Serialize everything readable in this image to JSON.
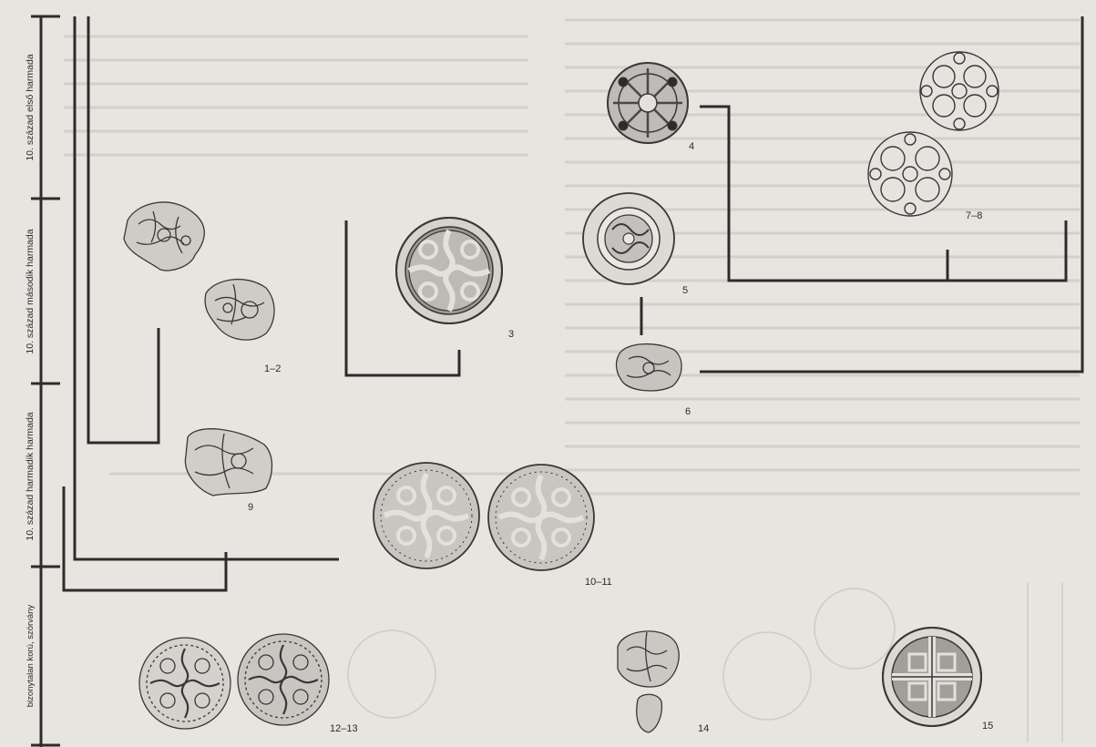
{
  "periods": [
    {
      "id": "p1",
      "label": "10. század első harmada"
    },
    {
      "id": "p2",
      "label": "10. század második harmada"
    },
    {
      "id": "p3",
      "label": "10. század harmadik harmada"
    },
    {
      "id": "p4",
      "label": "bizonytalan korú, szórvány"
    }
  ],
  "figure_labels": {
    "f1_2": "1–2",
    "f3": "3",
    "f4": "4",
    "f5": "5",
    "f6": "6",
    "f7_8": "7–8",
    "f9": "9",
    "f10_11": "10–11",
    "f12_13": "12–13",
    "f14": "14",
    "f15": "15"
  },
  "colors": {
    "line": "#2f2b2c",
    "artifact": "#3a3638",
    "page": "#e7e5e0"
  }
}
